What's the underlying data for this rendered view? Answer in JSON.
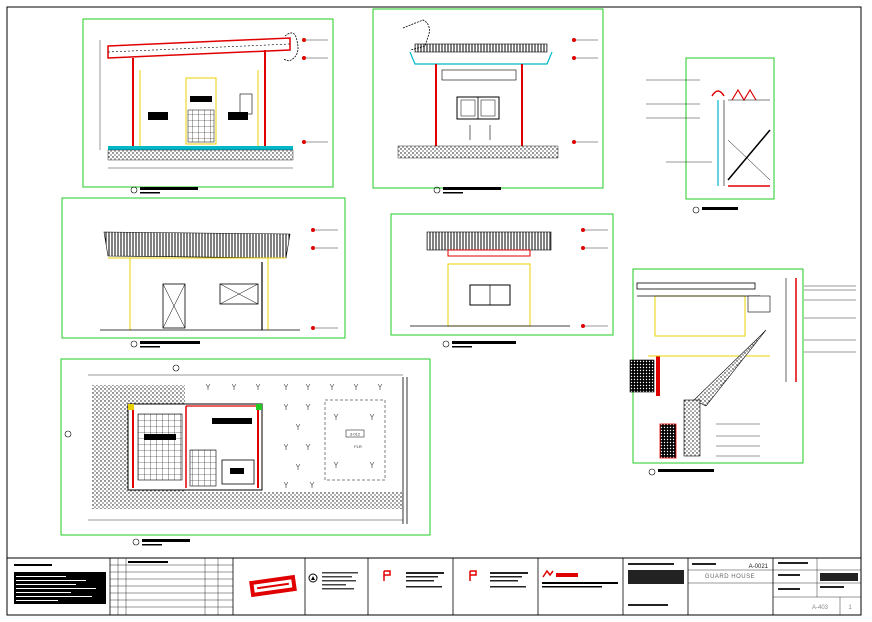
{
  "sheet": {
    "drawing_number": "A-0021",
    "project_title": "GUARD HOUSE",
    "sheet_number": "A-403",
    "revision": "1"
  },
  "drawings": {
    "floor_plan_label": "FLR",
    "tag_label": "3-012"
  },
  "colors": {
    "frame_green": "#22cc22",
    "red": "#e00000",
    "yellow": "#e8d000",
    "cyan": "#00b8c8",
    "black": "#000000",
    "stamp_red": "#e00000"
  },
  "icons": {
    "north_arrow": "north-arrow-icon",
    "logo_a": "company-logo-icon",
    "logo_b": "consultant-logo-icon",
    "brand": "brand-logo-icon"
  }
}
